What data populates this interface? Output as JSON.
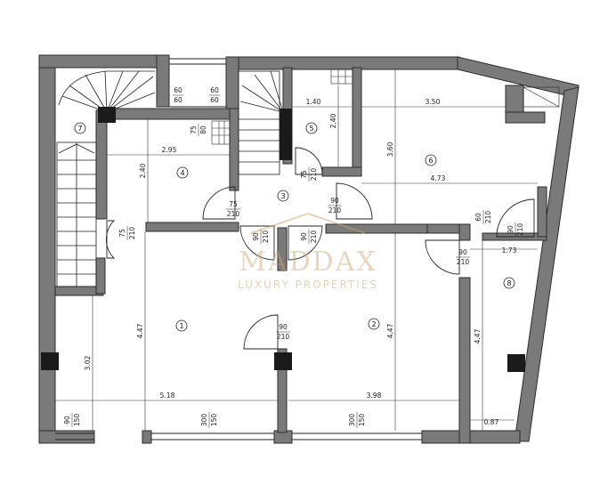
{
  "rooms": [
    {
      "id": "r1",
      "number": "1"
    },
    {
      "id": "r2",
      "number": "2"
    },
    {
      "id": "r3",
      "number": "3"
    },
    {
      "id": "r4",
      "number": "4"
    },
    {
      "id": "r5",
      "number": "5"
    },
    {
      "id": "r6",
      "number": "6"
    },
    {
      "id": "r7",
      "number": "7"
    },
    {
      "id": "r8",
      "number": "8"
    }
  ],
  "dimensions": {
    "d_5_18": "5.18",
    "d_3_98": "3.98",
    "d_4_47_a": "4.47",
    "d_4_47_b": "4.47",
    "d_4_47_c": "4.47",
    "d_3_02": "3.02",
    "d_2_95": "2.95",
    "d_2_40_a": "2.40",
    "d_2_40_b": "2.40",
    "d_1_40": "1.40",
    "d_3_50": "3.50",
    "d_3_60": "3.60",
    "d_4_73": "4.73",
    "d_1_73": "1.73",
    "d_0_87": "0.87"
  },
  "openings": {
    "o_60_60_a": [
      "60",
      "60"
    ],
    "o_60_60_b": [
      "60",
      "60"
    ],
    "o_75_80": [
      "75",
      "80"
    ],
    "o_75_210_a": [
      "75",
      "210"
    ],
    "o_75_210_b": [
      "75",
      "210"
    ],
    "o_75_210_c": [
      "75",
      "210"
    ],
    "o_90_210_a": [
      "90",
      "210"
    ],
    "o_90_210_b": [
      "90",
      "210"
    ],
    "o_90_210_c": [
      "90",
      "210"
    ],
    "o_90_210_d": [
      "90",
      "210"
    ],
    "o_90_210_e": [
      "90",
      "210"
    ],
    "o_90_210_f": [
      "90",
      "210"
    ],
    "o_60_210": [
      "60",
      "210"
    ],
    "o_90_150": [
      "90",
      "150"
    ],
    "o_300_150_a": [
      "300",
      "150"
    ],
    "o_300_150_b": [
      "300",
      "150"
    ]
  },
  "watermark": {
    "brand": "MADDAX",
    "tagline": "LUXURY PROPERTIES"
  },
  "colors": {
    "wall": "#7a7a7a",
    "wall_dark": "#2c2c2c",
    "line": "#222222",
    "watermark": "#c9a66b"
  }
}
